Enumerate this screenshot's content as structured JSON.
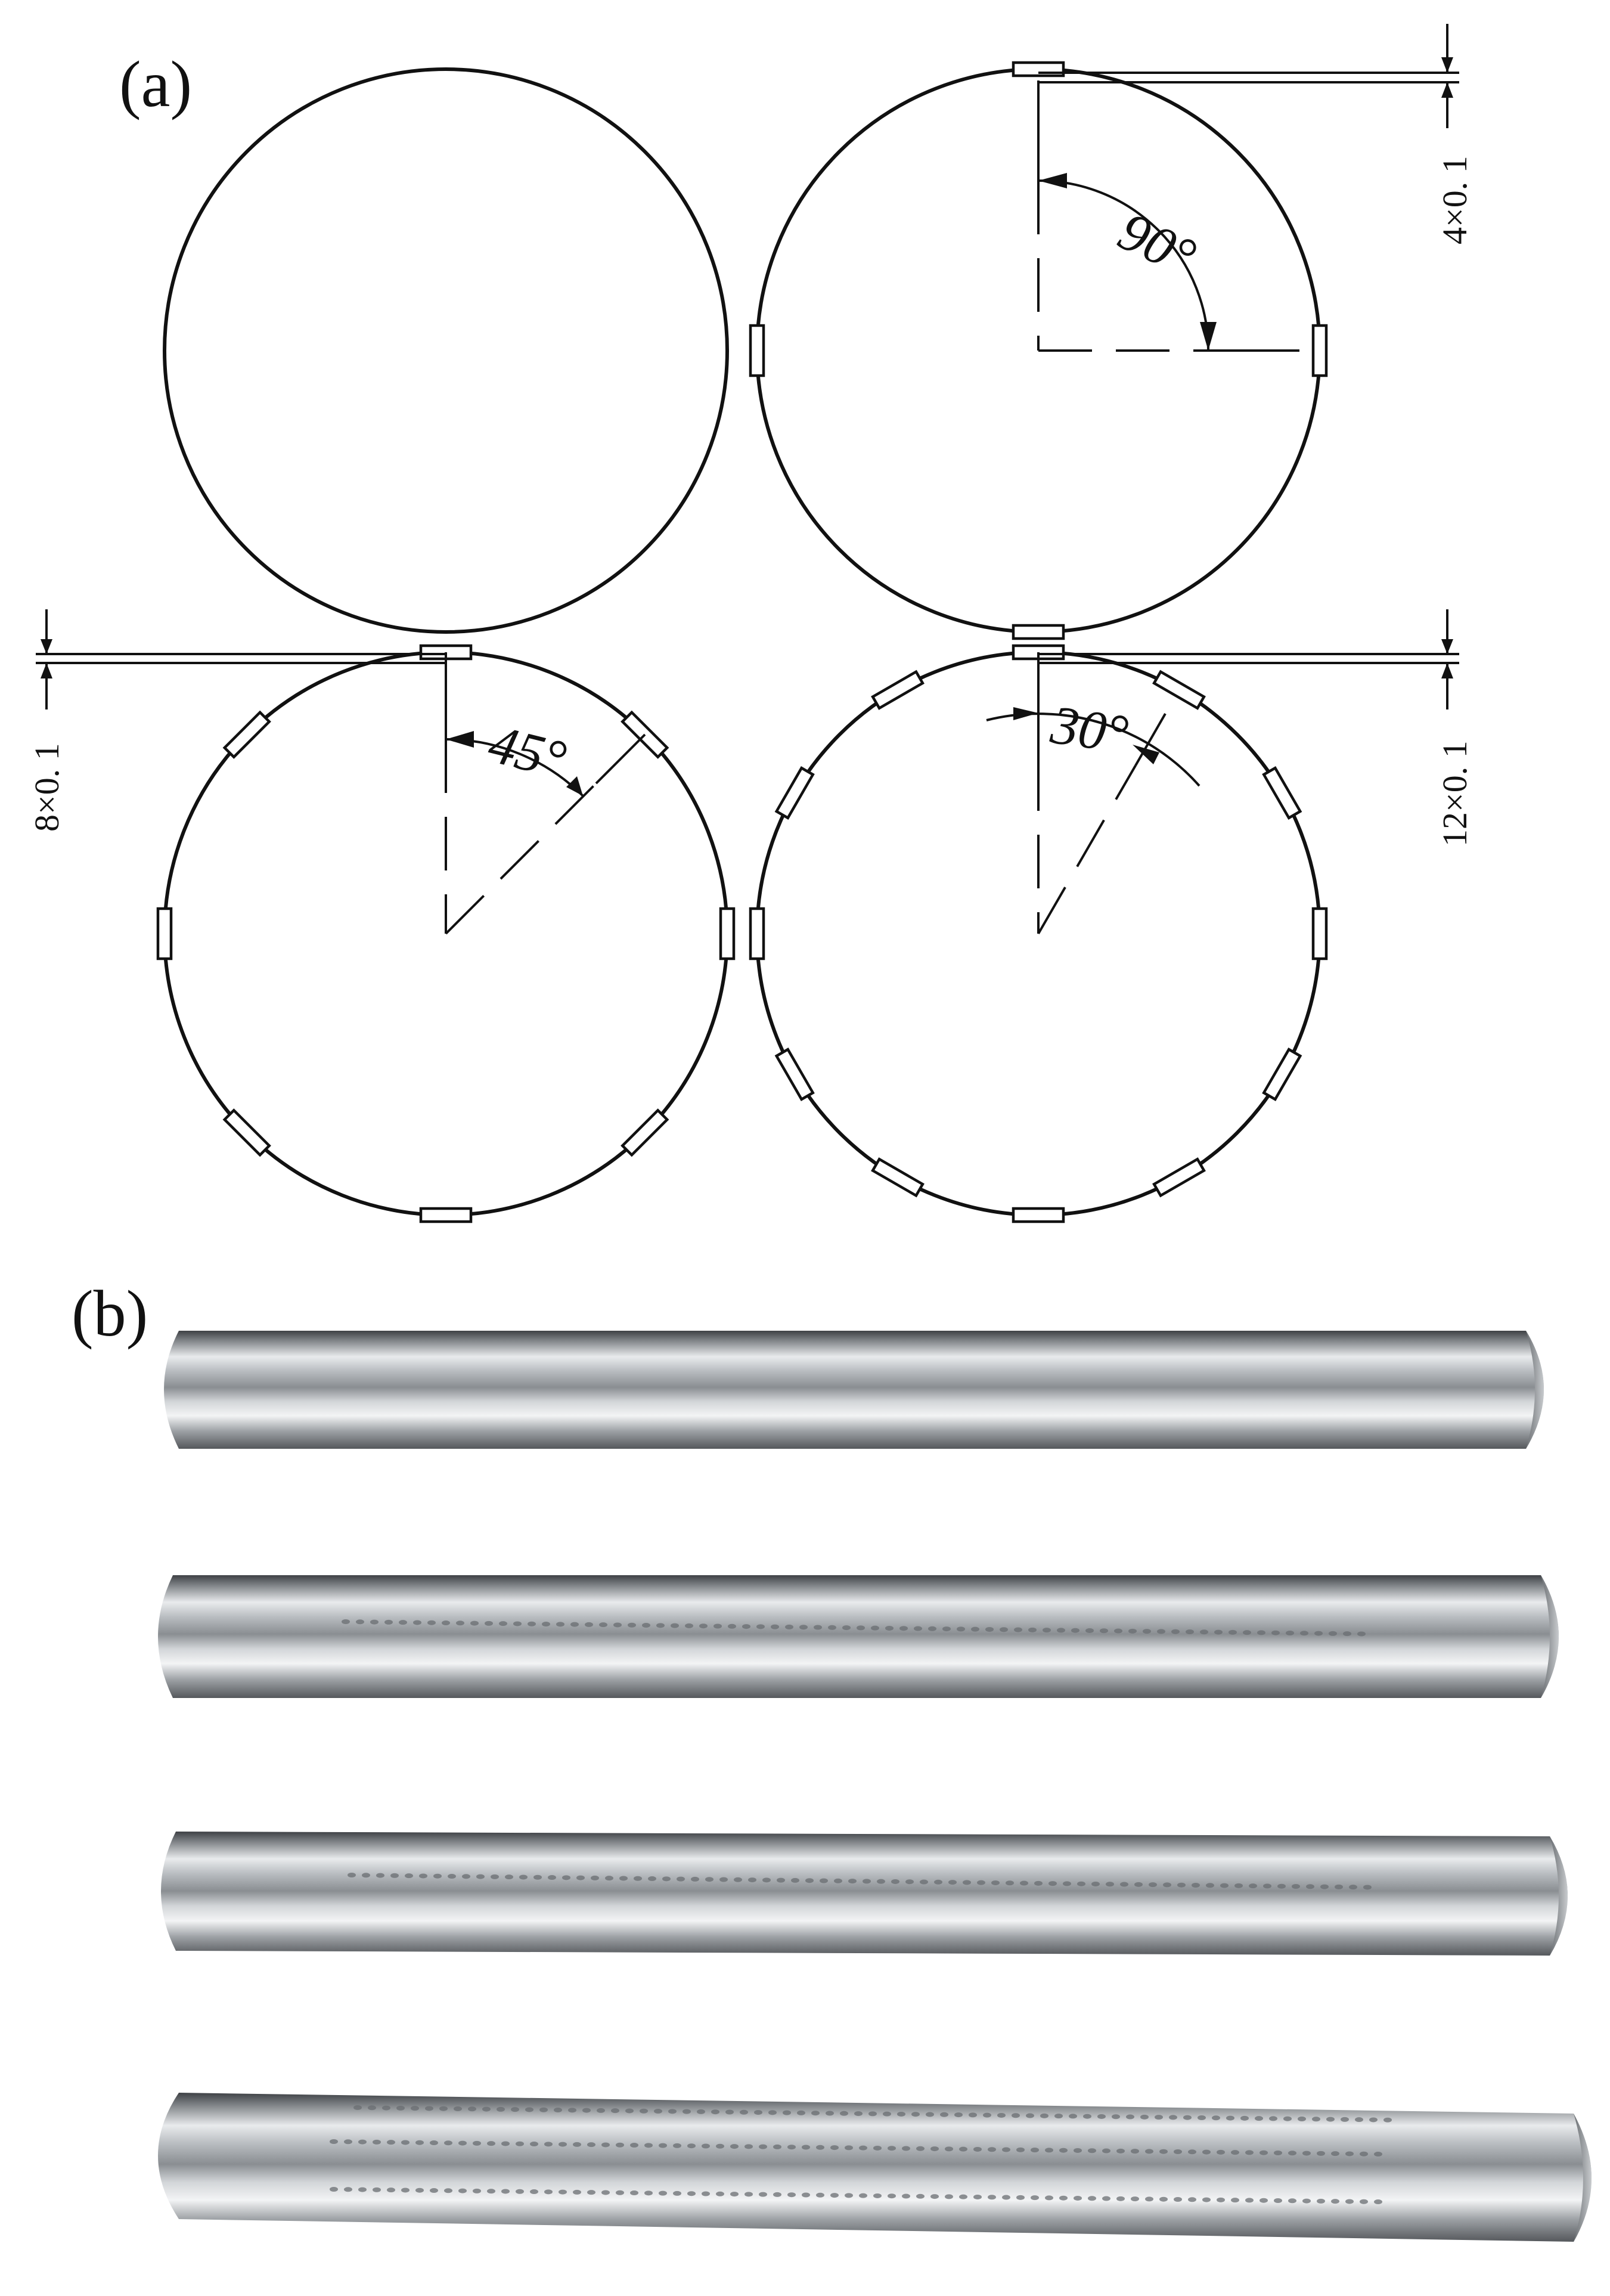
{
  "panel_a_label": "(a)",
  "panel_b_label": "(b)",
  "designs": [
    {
      "id": "smooth",
      "grooves": 0,
      "angle_label": "",
      "dimension_label": ""
    },
    {
      "id": "four-groove",
      "grooves": 4,
      "angle_label": "90°",
      "dimension_label": "4×0. 1"
    },
    {
      "id": "eight-groove",
      "grooves": 8,
      "angle_label": "45°",
      "dimension_label": "8×0. 1"
    },
    {
      "id": "twelve-groove",
      "grooves": 12,
      "angle_label": "30°",
      "dimension_label": "12×0. 1"
    }
  ],
  "rods": [
    {
      "id": "rod-smooth",
      "groove_rows": 0
    },
    {
      "id": "rod-four-groove",
      "groove_rows": 1
    },
    {
      "id": "rod-eight-groove",
      "groove_rows": 1
    },
    {
      "id": "rod-twelve-groove",
      "groove_rows": 3
    }
  ],
  "colors": {
    "line": "#111111",
    "steel_dark": "#4a4d50",
    "steel_mid": "#9a9ea2",
    "steel_light": "#e4e6e8"
  }
}
